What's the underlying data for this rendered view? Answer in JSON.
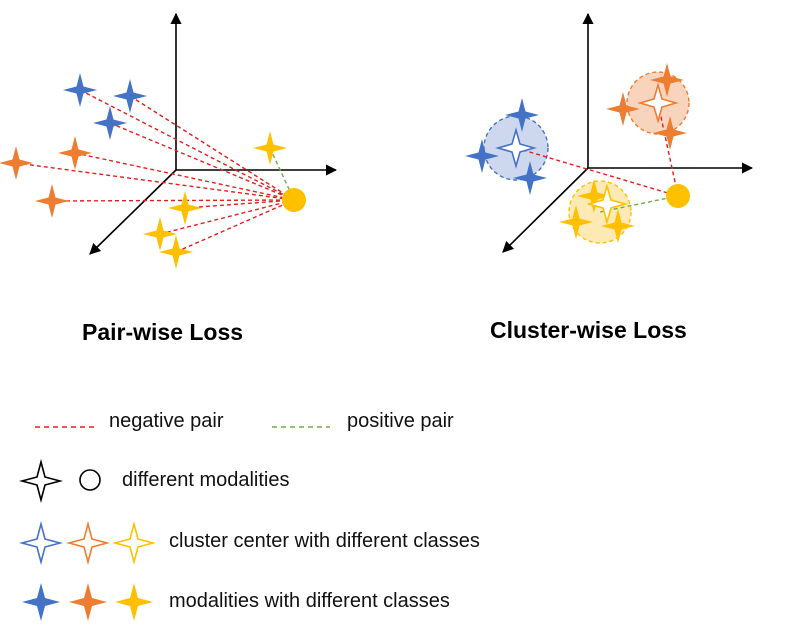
{
  "titles": {
    "left": "Pair-wise Loss",
    "right": "Cluster-wise Loss"
  },
  "legend": {
    "negative_pair": "negative pair",
    "positive_pair": "positive pair",
    "different_modalities": "different modalities",
    "cluster_center": "cluster center with different classes",
    "modalities_classes": "modalities with different classes"
  },
  "colors": {
    "blue": "#4472c4",
    "orange": "#ed7d31",
    "yellow": "#ffc000",
    "negative_line": "#e02020",
    "positive_line": "#70ad47",
    "blue_fill": "#cdd8ee",
    "orange_fill": "#f8d4bd",
    "yellow_fill": "#fde9b4"
  },
  "icons": [
    "four-point-star-icon",
    "circle-icon"
  ]
}
